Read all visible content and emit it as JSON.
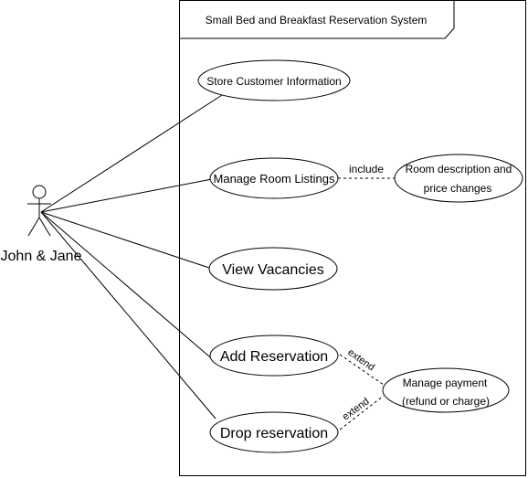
{
  "system": {
    "title": "Small Bed and Breakfast Reservation System"
  },
  "actor": {
    "name": "John & Jane"
  },
  "use_cases": {
    "store_customer": "Store Customer Information",
    "manage_rooms": "Manage Room Listings",
    "view_vacancies": "View Vacancies",
    "add_reservation": "Add Reservation",
    "drop_reservation": "Drop reservation",
    "room_desc_line1": "Room description and",
    "room_desc_line2": "price changes",
    "payment_line1": "Manage payment",
    "payment_line2": "(refund or charge)"
  },
  "relations": {
    "include": "include",
    "extend_add": "extend",
    "extend_drop": "extend"
  }
}
